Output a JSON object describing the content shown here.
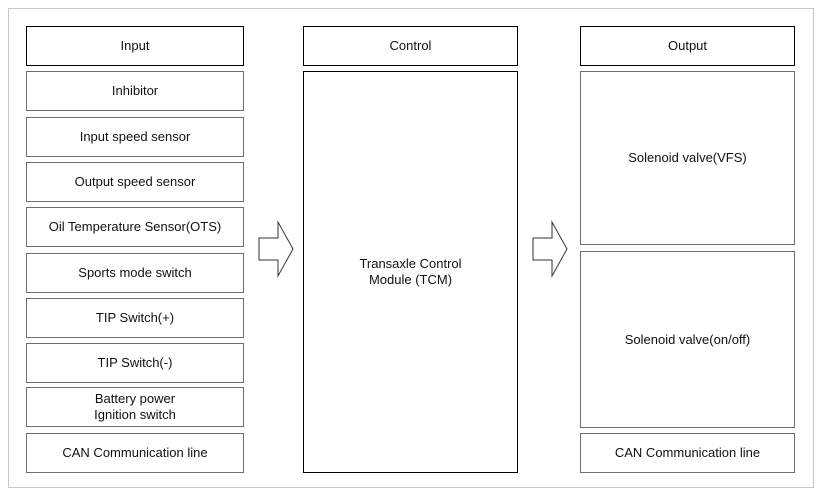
{
  "headers": {
    "input": "Input",
    "control": "Control",
    "output": "Output"
  },
  "inputs": [
    "Inhibitor",
    "Input speed sensor",
    "Output speed sensor",
    "Oil Temperature Sensor(OTS)",
    "Sports mode switch",
    "TIP Switch(+)",
    "TIP Switch(-)",
    "Battery power\nIgnition switch",
    "CAN Communication line"
  ],
  "control": {
    "module": "Transaxle Control\nModule (TCM)"
  },
  "outputs": [
    "Solenoid valve(VFS)",
    "Solenoid valve(on/off)",
    "CAN Communication line"
  ]
}
